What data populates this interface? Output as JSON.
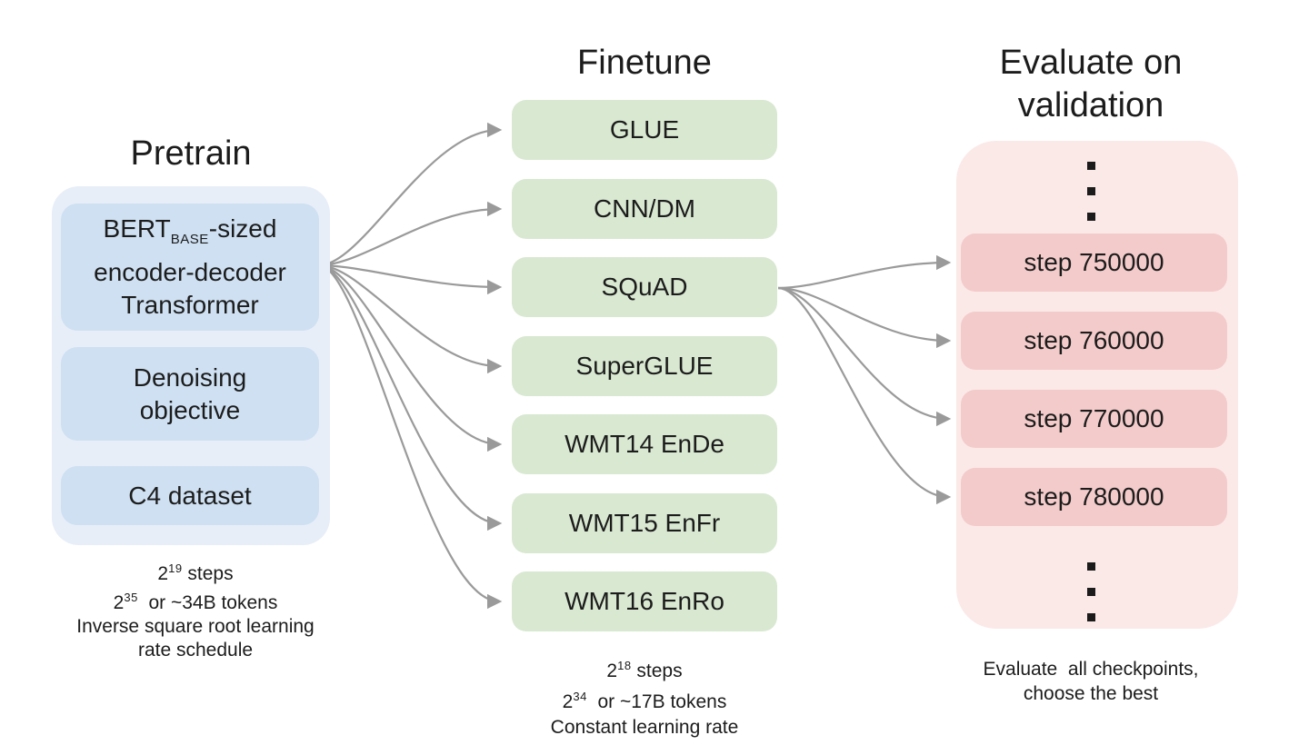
{
  "diagram": {
    "background_color": "#ffffff",
    "text_color": "#202124",
    "arrow_color": "#9a9a9a",
    "pretrain": {
      "title": "Pretrain",
      "container_color": "#e7eef8",
      "box_color": "#cee0f2",
      "model_box": {
        "line1_pre": "BERT",
        "line1_sub": "BASE",
        "line1_post": "-sized",
        "line2": "encoder-decoder",
        "line3": "Transformer"
      },
      "objective_box": {
        "line1": "Denoising",
        "line2": "objective"
      },
      "dataset_box": {
        "label": "C4 dataset"
      },
      "notes": {
        "line1": {
          "base": "2",
          "sup": "19",
          "rest": " steps"
        },
        "line2": {
          "base": "2",
          "sup": "35",
          "rest": "  or ~34B tokens"
        },
        "line3": "Inverse square root learning",
        "line4": "rate schedule"
      }
    },
    "finetune": {
      "title": "Finetune",
      "box_color": "#d9e8d1",
      "tasks": [
        "GLUE",
        "CNN/DM",
        "SQuAD",
        "SuperGLUE",
        "WMT14 EnDe",
        "WMT15 EnFr",
        "WMT16 EnRo"
      ],
      "notes": {
        "line1": {
          "base": "2",
          "sup": "18",
          "rest": " steps"
        },
        "line2": {
          "base": "2",
          "sup": "34",
          "rest": "  or ~17B tokens"
        },
        "line3": "Constant learning rate"
      }
    },
    "evaluate": {
      "title_line1": "Evaluate on",
      "title_line2": "validation",
      "container_color": "#fbe9e8",
      "box_color": "#f3cbca",
      "checkpoints": [
        "step 750000",
        "step 760000",
        "step 770000",
        "step 780000"
      ],
      "notes": {
        "line1": "Evaluate  all checkpoints,",
        "line2": "choose the best"
      }
    }
  }
}
